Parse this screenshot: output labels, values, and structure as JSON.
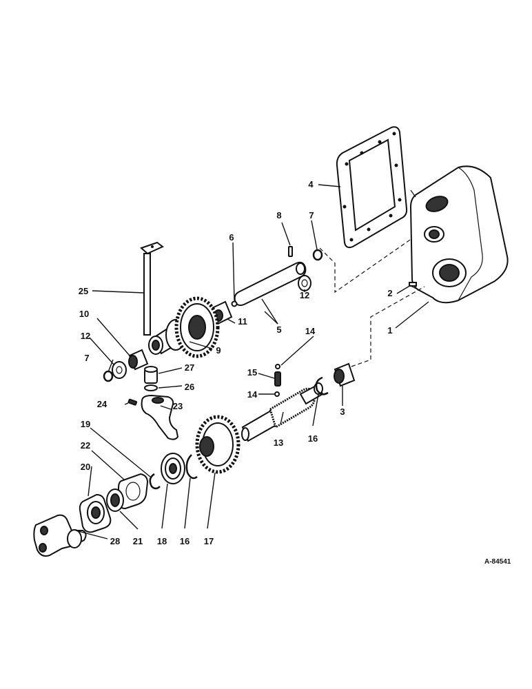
{
  "diagram": {
    "figure_id": "A-84541",
    "callouts": {
      "c1": "1",
      "c2": "2",
      "c3": "3",
      "c4": "4",
      "c5": "5",
      "c6": "6",
      "c7a": "7",
      "c7b": "7",
      "c8": "8",
      "c9": "9",
      "c10": "10",
      "c11": "11",
      "c12a": "12",
      "c12b": "12",
      "c13": "13",
      "c14a": "14",
      "c14b": "14",
      "c15": "15",
      "c16a": "16",
      "c16b": "16",
      "c17": "17",
      "c18": "18",
      "c19": "19",
      "c20": "20",
      "c21": "21",
      "c22": "22",
      "c23": "23",
      "c24": "24",
      "c25": "25",
      "c26": "26",
      "c27": "27",
      "c28": "28"
    }
  }
}
